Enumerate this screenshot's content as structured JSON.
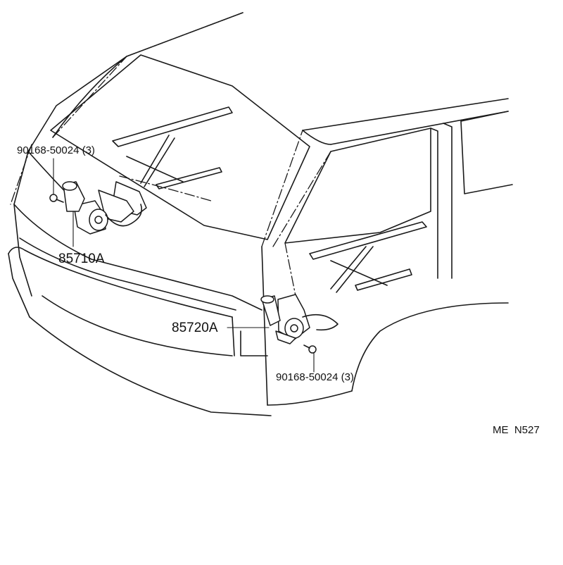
{
  "callouts": {
    "bolt_upper": "90168-50024 (3)",
    "motor_rear": "85710A",
    "motor_side": "85720A",
    "bolt_lower": "90168-50024 (3)"
  },
  "diagram_code": "ME  N527",
  "colors": {
    "ink": "#1a1a1a",
    "background": "#ffffff"
  }
}
